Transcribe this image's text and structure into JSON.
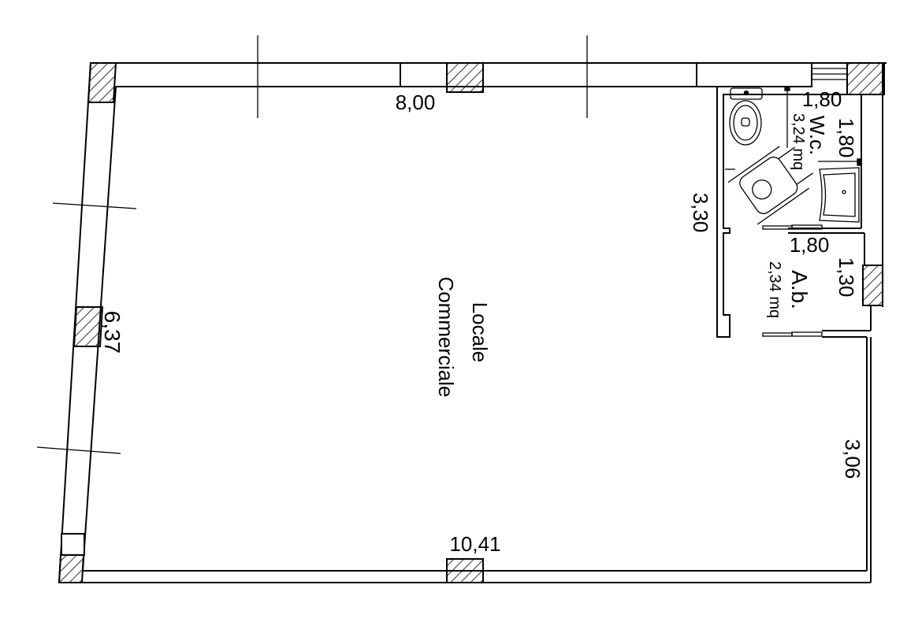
{
  "plan": {
    "room_main": {
      "line1": "Locale",
      "line2": "Commerciale"
    },
    "dimensions": {
      "top_wall": "8,00",
      "bottom_wall": "10,41",
      "left_wall": "6,37",
      "partition_wall": "3,30",
      "right_wall": "3,06"
    },
    "wc": {
      "name": "W.c.",
      "area": "3,24 mq",
      "width": "1,80",
      "depth": "1,80"
    },
    "antibagno": {
      "name": "A.b.",
      "area": "2,34 mq",
      "width": "1,80",
      "depth": "1,30"
    }
  }
}
